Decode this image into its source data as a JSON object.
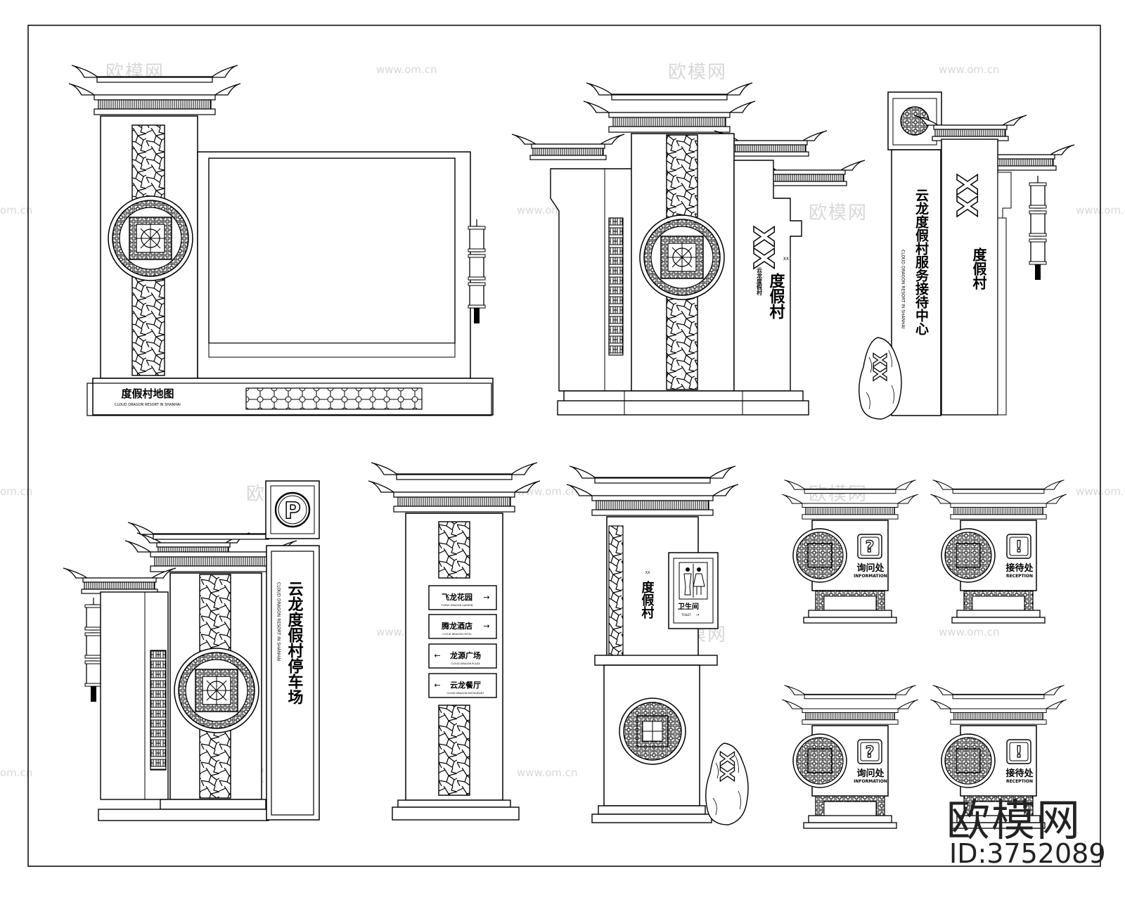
{
  "watermarks": {
    "site_cn": "欧模网",
    "site_url": "www.om.cn",
    "edge_url": "om.cn"
  },
  "brand": {
    "logo": "欧模网",
    "id": "ID:3752089"
  },
  "map_sign": {
    "title": "度假村地图",
    "subtitle": "CLOUD DRAGON RESORT IN SHANHAI"
  },
  "gate_sign": {
    "mark": "XX",
    "seal": "XX",
    "brand": "度假村",
    "small": "云龙度假村"
  },
  "service_sign": {
    "vertical_text": "云龙度假村服务接待中心",
    "vertical_en": "CLOUD DRAGON RESORT IN SHANHAI",
    "mark": "XX",
    "brand": "度假村",
    "rock_mark": "XX"
  },
  "parking_sign": {
    "icon_letter": "P",
    "vertical_text": "云龙度假村停车场",
    "vertical_en": "CLOUD DRAGON RESORT IN SHANHAI"
  },
  "direction_sign": {
    "items": [
      {
        "label": "飞龙花园",
        "arrow": "→",
        "en": "FLYING DRAGON GARDEN"
      },
      {
        "label": "腾龙酒店",
        "arrow": "→",
        "en": "CLOUD DRAGON HOTEL"
      },
      {
        "label": "龙源广场",
        "arrow": "←",
        "en": "CLOUD DRAGON PLAZA"
      },
      {
        "label": "云龙餐厅",
        "arrow": "←",
        "en": "CLOUD DRAGON RESTAURANT"
      }
    ]
  },
  "toilet_sign": {
    "label": "卫生间",
    "en": "TOILET",
    "arrow": "→",
    "brand": "度假村",
    "seal": "XX",
    "rock_mark": "XX"
  },
  "info_signs": [
    {
      "icon": "?",
      "label": "询问处",
      "en": "INFORMATION"
    },
    {
      "icon": "!",
      "label": "接待处",
      "en": "RECEPTION"
    },
    {
      "icon": "?",
      "label": "询问处",
      "en": "INFORMATION"
    },
    {
      "icon": "!",
      "label": "接待处",
      "en": "RECEPTION"
    }
  ]
}
